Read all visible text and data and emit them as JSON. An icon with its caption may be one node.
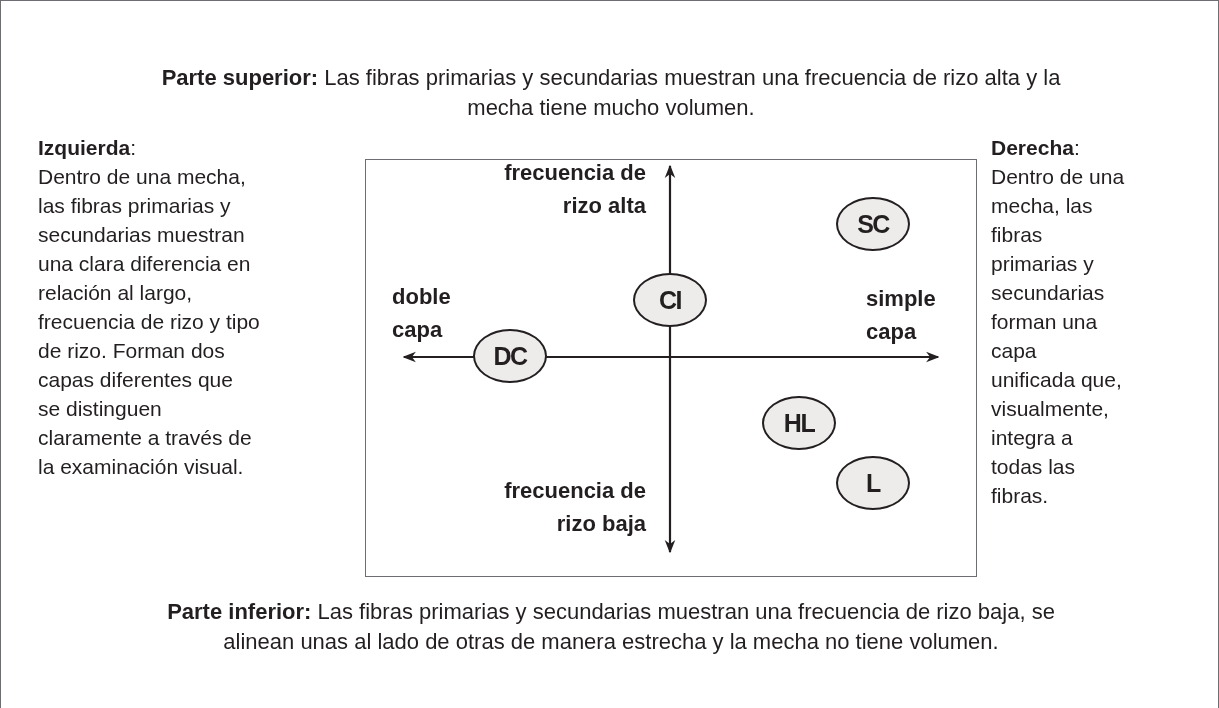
{
  "diagram": {
    "nodes": [
      {
        "text": [],
        "shape": "box"
      },
      {
        "text": [
          "SC"
        ],
        "in": 0
      },
      {
        "text": [
          "CI"
        ],
        "in": 0
      },
      {
        "text": [
          "DC"
        ],
        "in": 0
      },
      {
        "text": [
          "HL"
        ],
        "in": 0
      },
      {
        "text": [
          "L"
        ],
        "in": 0
      }
    ],
    "labels": [
      "**Parte superior:** Las fibras primarias y secundarias muestran una frecuencia de rizo alta y la mecha tiene mucho volumen.",
      "**Izquierda**:",
      "Dentro de una mecha, las fibras primarias y secundarias muestran una clara diferencia en relación al largo, frecuencia de rizo y tipo de rizo. Forman dos capas diferentes que se distinguen claramente a través de la examinación visual.",
      "frecuencia de rizo alta",
      "**Derecha**:",
      "Dentro de una mecha, las fibras primarias y secundarias forman una capa unificada que, visualmente, integra a todas las fibras.",
      "doble capa",
      "simple capa",
      "frecuencia de rizo baja",
      "**Parte inferior:** Las fibras primarias y secundarias muestran una frecuencia de rizo baja, se alinean unas al lado de otras de manera estrecha y la mecha no tiene volumen."
    ]
  }
}
